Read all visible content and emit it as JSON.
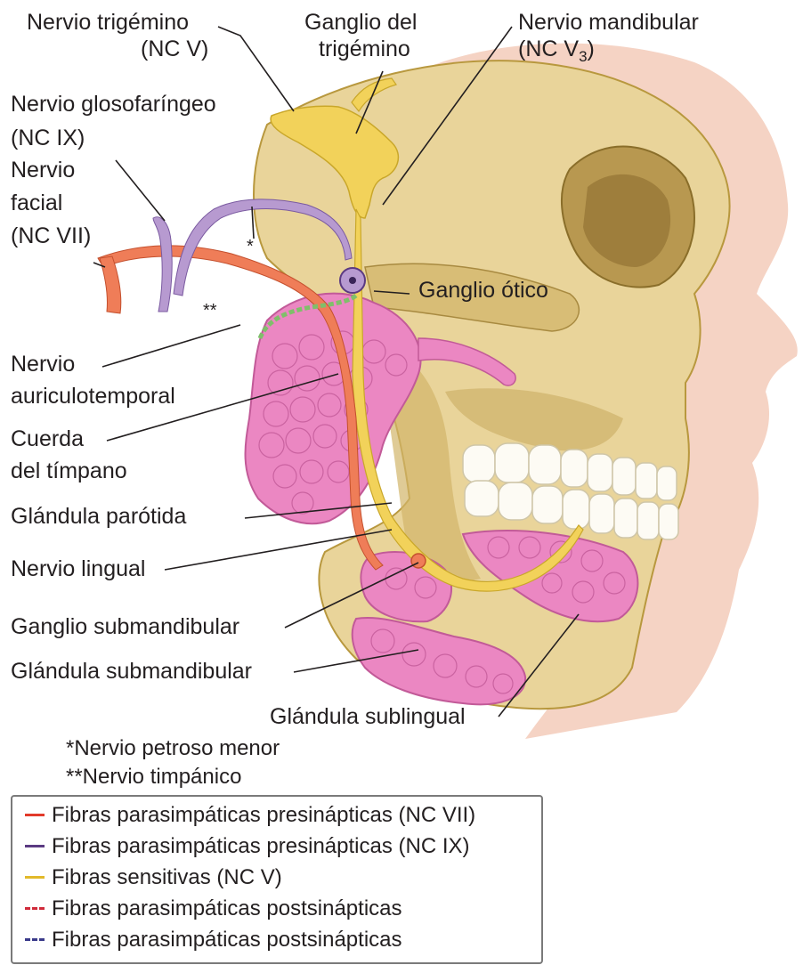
{
  "labels": {
    "nervio_trigemino_1": "Nervio trigémino",
    "nervio_trigemino_2": "(NC V)",
    "ganglio_trigemino_1": "Ganglio del",
    "ganglio_trigemino_2": "trigémino",
    "nervio_mandibular_1": "Nervio mandibular",
    "nervio_mandibular_2": "(NC V",
    "nervio_mandibular_sub": "3",
    "nervio_mandibular_close": ")",
    "glosofaringeo_1": "Nervio glosofaríngeo",
    "glosofaringeo_2": "(NC IX)",
    "facial_1": "Nervio",
    "facial_2": "facial",
    "facial_3": "(NC VII)",
    "ganglio_otico": "Ganglio ótico",
    "auriculotemporal_1": "Nervio",
    "auriculotemporal_2": "auriculotemporal",
    "cuerda_1": "Cuerda",
    "cuerda_2": "del tímpano",
    "glandula_parotida": "Glándula parótida",
    "nervio_lingual": "Nervio lingual",
    "ganglio_submandibular": "Ganglio submandibular",
    "glandula_submandibular": "Glándula submandibular",
    "glandula_sublingual": "Glándula sublingual",
    "star_single": "*",
    "star_double": "**"
  },
  "footnotes": {
    "petroso": "*Nervio petroso menor",
    "timpanico": "**Nervio timpánico"
  },
  "legend": [
    {
      "label": "Fibras parasimpáticas presinápticas (NC VII)",
      "color": "#e23a2a",
      "style": "solid"
    },
    {
      "label": "Fibras parasimpáticas presinápticas (NC IX)",
      "color": "#5b3a82",
      "style": "solid"
    },
    {
      "label": "Fibras sensitivas (NC V)",
      "color": "#e2b92a",
      "style": "solid"
    },
    {
      "label": "Fibras parasimpáticas postsinápticas",
      "color": "#d02a3a",
      "style": "dashed"
    },
    {
      "label": "Fibras parasimpáticas postsinápticas",
      "color": "#3a3a8a",
      "style": "dashed"
    }
  ],
  "colors": {
    "bone": "#e9d49a",
    "bone_shadow": "#c9ac62",
    "skin": "#f5d3c4",
    "gland": "#eb87c2",
    "trigeminal": "#f2d25a",
    "facial_nerve": "#ef7d58",
    "glossopharyngeal": "#b79ad0",
    "auriculotemporal": "#7fbf6a",
    "teeth": "#fdfbf4",
    "leader": "#231f20"
  }
}
